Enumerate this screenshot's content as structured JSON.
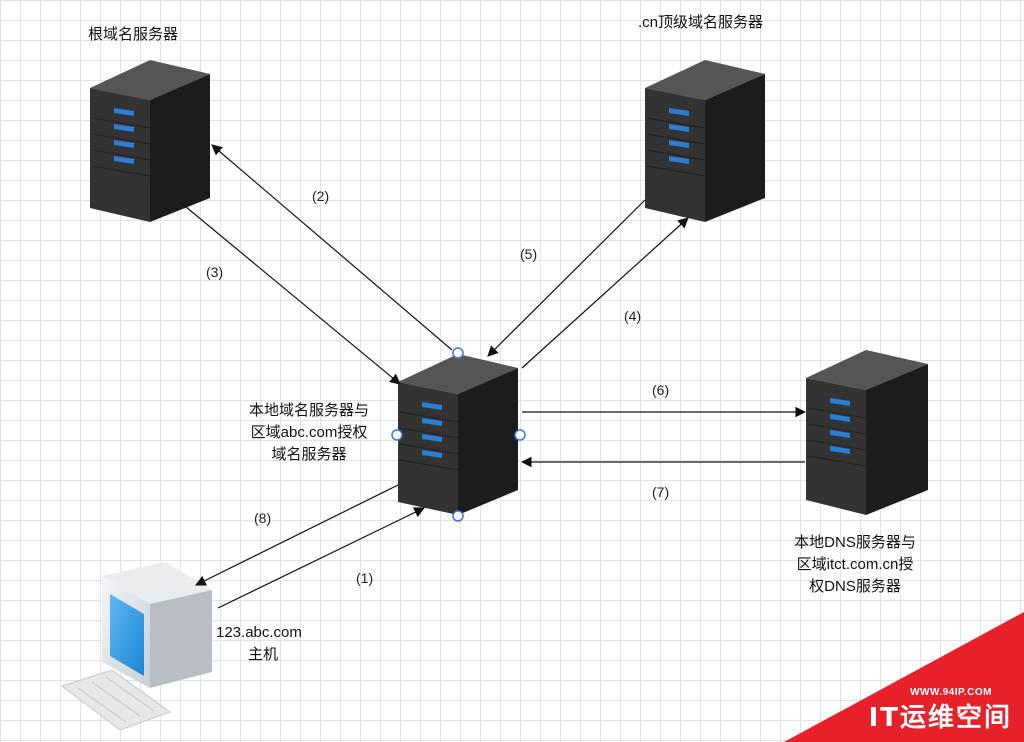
{
  "nodes": {
    "root_server": {
      "label": "根域名服务器"
    },
    "cn_tld_server": {
      "label": ".cn顶级域名服务器"
    },
    "local_server": {
      "lines": [
        "本地域名服务器与",
        "区域abc.com授权",
        "域名服务器"
      ]
    },
    "itct_server": {
      "lines": [
        "本地DNS服务器与",
        "区域itct.com.cn授",
        "权DNS服务器"
      ]
    },
    "host": {
      "lines": [
        "123.abc.com",
        "主机"
      ]
    }
  },
  "edges": {
    "e1": "(1)",
    "e2": "(2)",
    "e3": "(3)",
    "e4": "(4)",
    "e5": "(5)",
    "e6": "(6)",
    "e7": "(7)",
    "e8": "(8)"
  },
  "watermark": {
    "site": "WWW.94IP.COM",
    "name": "IT运维空间",
    "color": "#e8202a"
  },
  "colors": {
    "server_body": "#2c2c2c",
    "server_top": "#505050",
    "server_side": "#1a1a1a",
    "led": "#2a7fd4",
    "arrow": "#111111",
    "handle": "#3b78d8"
  }
}
